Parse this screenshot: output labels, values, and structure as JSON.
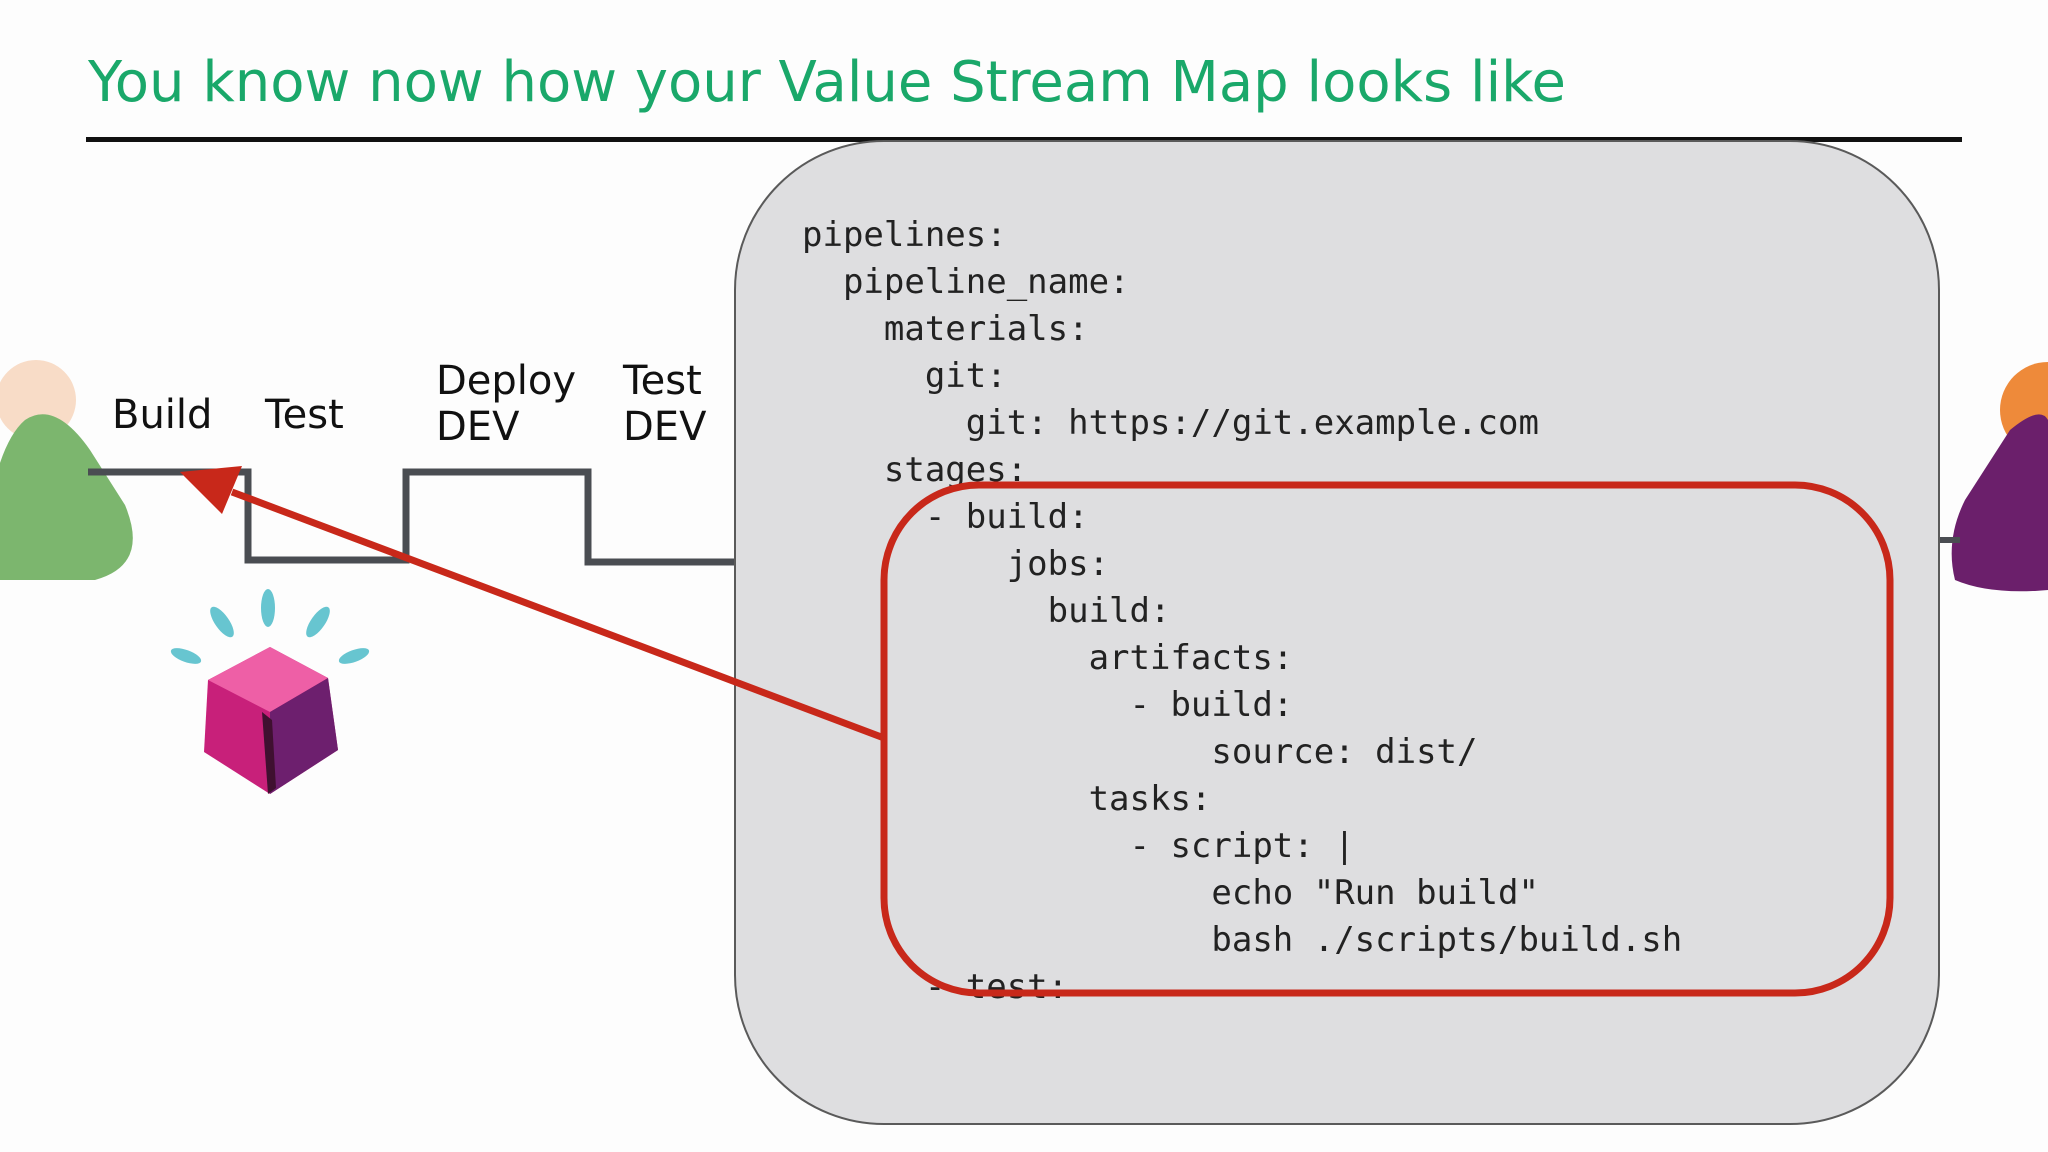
{
  "slide": {
    "title": "You know now how your Value Stream Map looks like"
  },
  "value_stream": {
    "steps": [
      {
        "line1": "Build",
        "line2": ""
      },
      {
        "line1": "Test",
        "line2": ""
      },
      {
        "line1": "Deploy",
        "line2": "DEV"
      },
      {
        "line1": "Test",
        "line2": "DEV"
      }
    ]
  },
  "code": {
    "lines": [
      "pipelines:",
      "  pipeline_name:",
      "    materials:",
      "      git:",
      "        git: https://git.example.com",
      "    stages:",
      "      - build:",
      "          jobs:",
      "            build:",
      "              artifacts:",
      "                - build:",
      "                    source: dist/",
      "              tasks:",
      "                - script: |",
      "                    echo \"Run build\"",
      "                    bash ./scripts/build.sh",
      "      - test:"
    ]
  },
  "colors": {
    "title": "#1aa86a",
    "highlight": "#c8281a",
    "panel": "#dedee0",
    "persona_left": "#7cb66e",
    "persona_right": "#6b1f6b"
  },
  "icons": {
    "persona_left": "person-icon",
    "persona_right": "person-icon",
    "deploy_logo": "cube-logo-icon"
  }
}
